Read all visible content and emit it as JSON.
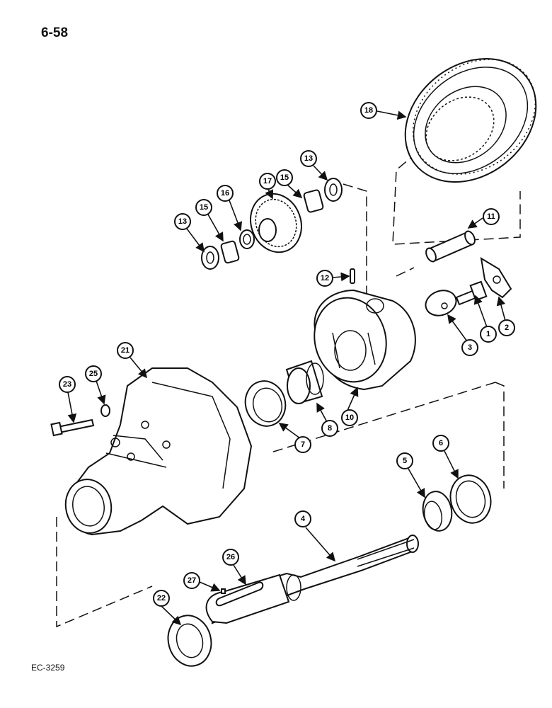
{
  "page_number": "6-58",
  "drawing_code": "EC-3259",
  "callouts": {
    "c1": "1",
    "c2": "2",
    "c3": "3",
    "c4": "4",
    "c5": "5",
    "c6": "6",
    "c7": "7",
    "c8": "8",
    "c10": "10",
    "c11": "11",
    "c12": "12",
    "c13a": "13",
    "c13b": "13",
    "c15a": "15",
    "c15b": "15",
    "c16": "16",
    "c17": "17",
    "c18": "18",
    "c21": "21",
    "c22": "22",
    "c23": "23",
    "c25": "25",
    "c26": "26",
    "c27": "27"
  }
}
